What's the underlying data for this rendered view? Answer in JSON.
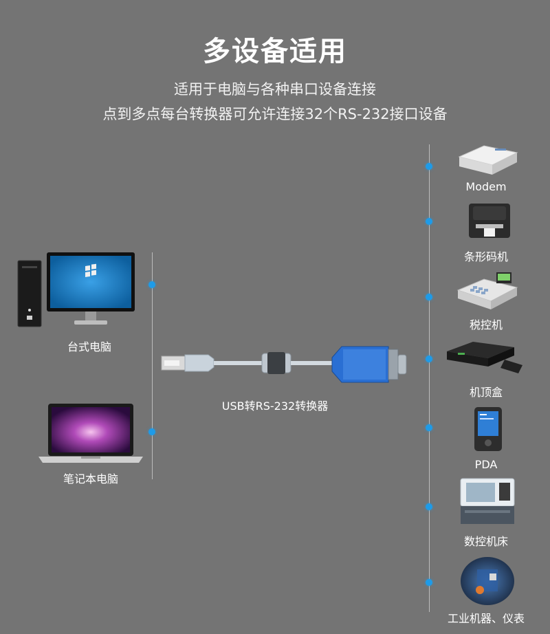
{
  "header": {
    "title": "多设备适用",
    "subtitle_line1": "适用于电脑与各种串口设备连接",
    "subtitle_line2": "点到多点每台转换器可允许连接32个RS-232接口设备"
  },
  "hosts": [
    {
      "label": "台式电脑",
      "icon": "desktop-computer-icon"
    },
    {
      "label": "笔记本电脑",
      "icon": "laptop-icon"
    }
  ],
  "adapter": {
    "label": "USB转RS-232转换器",
    "icon": "usb-to-rs232-cable-icon"
  },
  "devices": [
    {
      "label": "Modem",
      "icon": "modem-icon"
    },
    {
      "label": "条形码机",
      "icon": "barcode-printer-icon"
    },
    {
      "label": "税控机",
      "icon": "tax-control-machine-icon"
    },
    {
      "label": "机顶盒",
      "icon": "set-top-box-icon"
    },
    {
      "label": "PDA",
      "icon": "pda-icon"
    },
    {
      "label": "数控机床",
      "icon": "cnc-machine-icon"
    },
    {
      "label": "工业机器、仪表",
      "icon": "industrial-machine-icon"
    }
  ],
  "colors": {
    "background": "#747474",
    "dot": "#1e9be8",
    "text": "#ffffff"
  }
}
